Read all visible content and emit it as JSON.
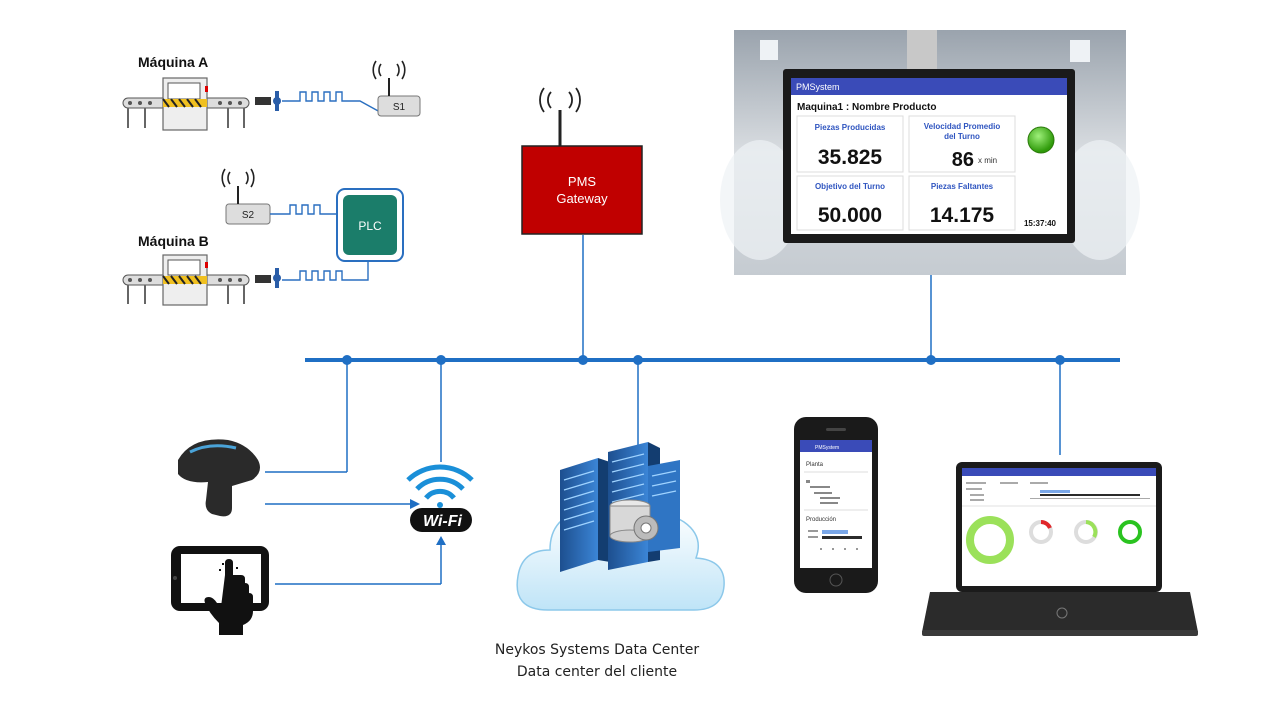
{
  "machines": {
    "machine_a_label": "Máquina A",
    "machine_b_label": "Máquina B",
    "sensor_1_label": "S1",
    "sensor_2_label": "S2",
    "plc_label": "PLC"
  },
  "gateway": {
    "line1": "PMS",
    "line2": "Gateway",
    "color": "#c00000"
  },
  "monitor": {
    "app_title": "PMSystem",
    "subtitle": "Maquina1 : Nombre Producto",
    "card1_title": "Piezas Producidas",
    "card1_value": "35.825",
    "card2_title_line1": "Velocidad Promedio",
    "card2_title_line2": "del Turno",
    "card2_value": "86",
    "card2_unit": "x min",
    "card3_title": "Objetivo del Turno",
    "card3_value": "50.000",
    "card4_title": "Piezas Faltantes",
    "card4_value": "14.175",
    "clock": "15:37:40",
    "header_color": "#3a4bb8",
    "status_color": "#3cb30f"
  },
  "phone": {
    "app_title": "PMSystem",
    "section1": "Planta",
    "section2": "Producción"
  },
  "wifi": {
    "label": "Wi-Fi"
  },
  "datacenter": {
    "caption_line1": "Neykos Systems Data Center",
    "caption_line2": "Data center del cliente"
  },
  "network": {
    "bus_color": "#1f6fc4"
  }
}
